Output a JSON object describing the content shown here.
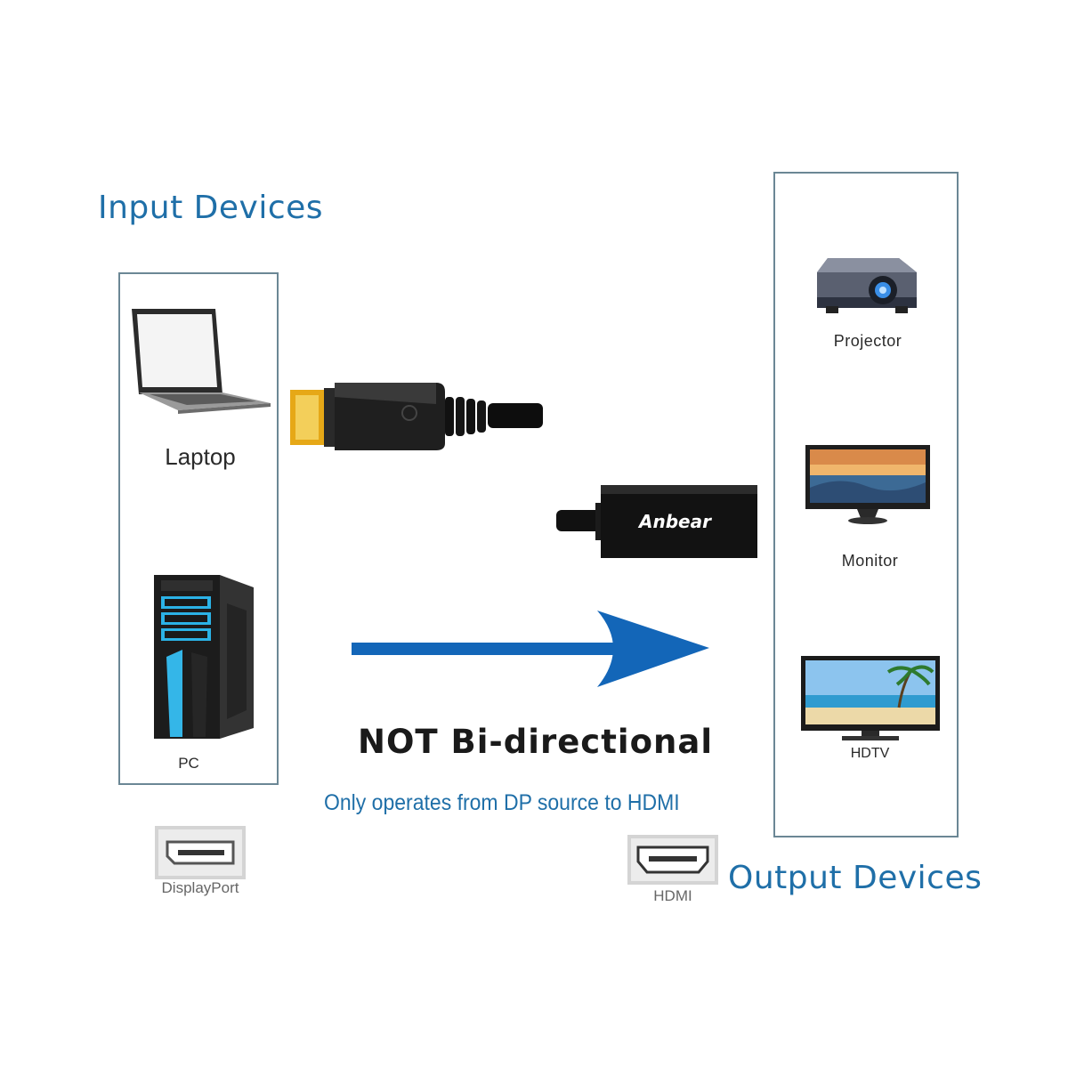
{
  "input_heading": "Input Devices",
  "output_heading": "Output Devices",
  "input_devices": [
    {
      "label": "Laptop",
      "icon": "laptop-icon"
    },
    {
      "label": "PC",
      "icon": "pc-tower-icon"
    }
  ],
  "output_devices": [
    {
      "label": "Projector",
      "icon": "projector-icon"
    },
    {
      "label": "Monitor",
      "icon": "monitor-icon"
    },
    {
      "label": "HDTV",
      "icon": "hdtv-icon"
    }
  ],
  "brand": "Anbear",
  "warning_title": "NOT Bi-directional",
  "warning_subtitle": "Only operates from DP source to HDMI",
  "ports": {
    "input": "DisplayPort",
    "output": "HDMI"
  },
  "colors": {
    "heading_blue": "#1f6fa8",
    "arrow_blue": "#1366b8",
    "panel_border": "#6b8795",
    "gold_contacts": "#e6a817"
  }
}
